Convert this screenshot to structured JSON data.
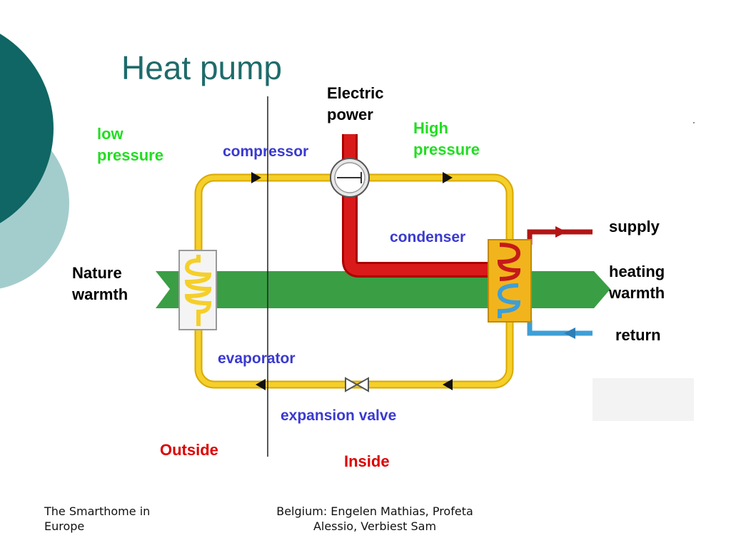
{
  "slide": {
    "title": "Heat pump",
    "colors": {
      "title": "#1f6b6b",
      "deco_dark": "#0f6664",
      "deco_light": "#a3cdcc",
      "pipe": "#f0c419",
      "hot_pipe": "#cc1111",
      "cold_pipe": "#3e9fd6",
      "warmth": "#3a9e45"
    }
  },
  "labels": {
    "electric_power": "Electric power",
    "low_pressure": "low pressure",
    "high_pressure": "High pressure",
    "compressor": "compressor",
    "condenser": "condenser",
    "evaporator": "evaporator",
    "expansion_valve": "expansion valve",
    "nature_warmth": "Nature warmth",
    "supply": "supply",
    "heating_warmth": "heating warmth",
    "return": "return",
    "outside": "Outside",
    "inside": "Inside"
  },
  "footer": {
    "left": "The Smarthome in Europe",
    "right": "Belgium: Engelen Mathias, Profeta Alessio, Verbiest Sam"
  }
}
